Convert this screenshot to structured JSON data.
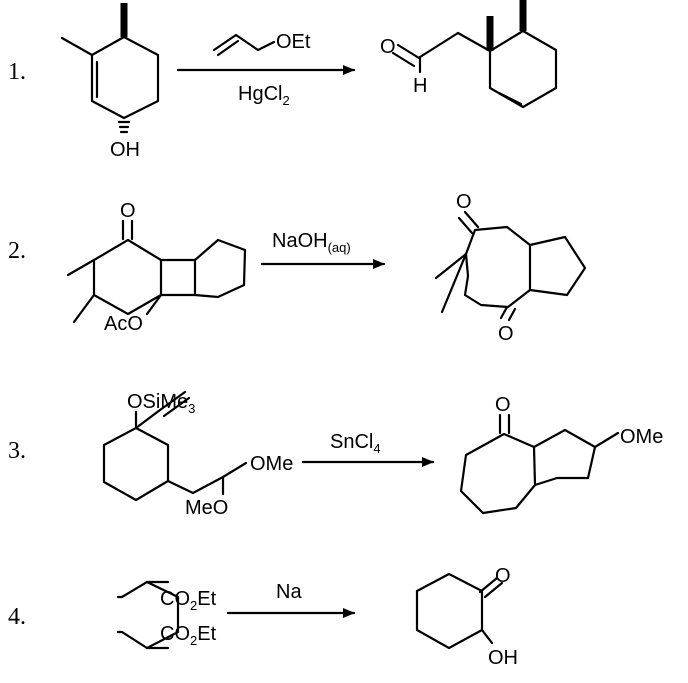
{
  "reactions": [
    {
      "number": "1.",
      "reagent_top": "OEt",
      "reagent_bottom_main": "HgCl",
      "reagent_bottom_sub": "2",
      "reactant_labels": {
        "hydroxyl": "OH"
      },
      "product_labels": {
        "oxygen": "O",
        "hydrogen": "H"
      }
    },
    {
      "number": "2.",
      "reagent_top_main": "NaOH",
      "reagent_top_sub": "(aq)",
      "reactant_labels": {
        "ketone_o": "O",
        "acetoxy": "AcO"
      },
      "product_labels": {
        "ketone_o_top": "O",
        "ketone_o_bottom": "O"
      }
    },
    {
      "number": "3.",
      "reagent_top_main": "SnCl",
      "reagent_top_sub": "4",
      "reactant_labels": {
        "silyl_main": "OSiMe",
        "silyl_sub": "3",
        "ome": "OMe",
        "meo": "MeO"
      },
      "product_labels": {
        "ketone_o": "O",
        "ome": "OMe"
      }
    },
    {
      "number": "4.",
      "reagent_top": "Na",
      "reactant_labels": {
        "ester_main": "CO",
        "ester_sub": "2",
        "ester_tail": "Et"
      },
      "product_labels": {
        "ketone_o": "O",
        "hydroxyl": "OH"
      }
    }
  ]
}
